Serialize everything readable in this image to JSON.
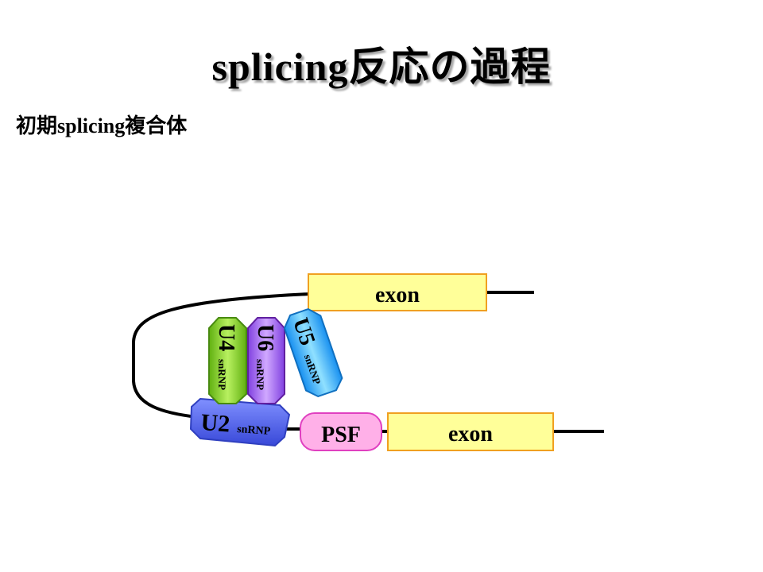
{
  "slide": {
    "title": "splicing反応の過程",
    "subtitle": "初期splicing複合体"
  },
  "diagram": {
    "exon_top": "exon",
    "exon_bottom": "exon",
    "psf": "PSF",
    "u2": {
      "name": "U2",
      "sub": "snRNP"
    },
    "u4": {
      "name": "U4",
      "sub": "snRNP"
    },
    "u6": {
      "name": "U6",
      "sub": "snRNP"
    },
    "u5": {
      "name": "U5",
      "sub": "snRNP"
    }
  },
  "colors": {
    "exon_fill": "#ffff99",
    "exon_stroke": "#f0a020",
    "psf_fill": "#ffb0e8",
    "psf_stroke": "#e040c0",
    "u2": "#6070f0",
    "u4": "#90d030",
    "u6": "#a870f0",
    "u5": "#40b0f8"
  }
}
